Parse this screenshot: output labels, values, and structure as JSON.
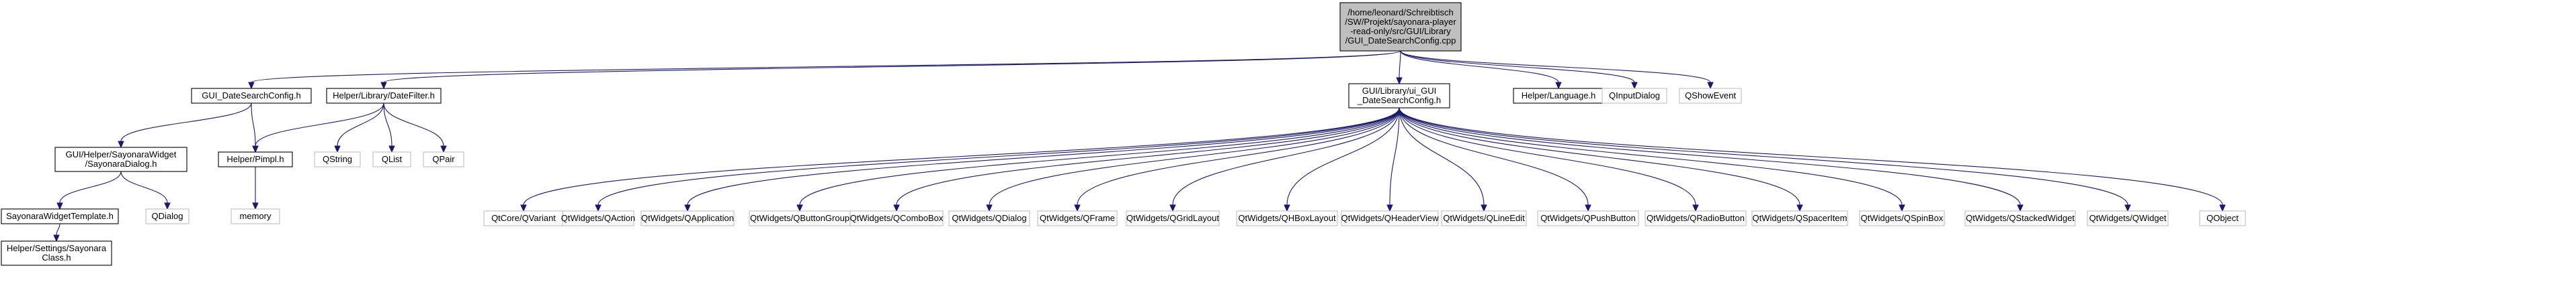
{
  "graph": {
    "nodes": [
      {
        "id": "root",
        "style": "root",
        "lines": [
          "/home/leonard/Schreibtisch",
          "/SW/Projekt/sayonara-player",
          "-read-only/src/GUI/Library",
          "/GUI_DateSearchConfig.cpp"
        ]
      },
      {
        "id": "gui_dsc_h",
        "style": "box",
        "lines": [
          "GUI_DateSearchConfig.h"
        ]
      },
      {
        "id": "datefilter",
        "style": "box",
        "lines": [
          "Helper/Library/DateFilter.h"
        ]
      },
      {
        "id": "ui_gui_dsc",
        "style": "box",
        "lines": [
          "GUI/Library/ui_GUI",
          "_DateSearchConfig.h"
        ]
      },
      {
        "id": "language",
        "style": "box",
        "lines": [
          "Helper/Language.h"
        ]
      },
      {
        "id": "qinputdialog",
        "style": "gray",
        "lines": [
          "QInputDialog"
        ]
      },
      {
        "id": "qshowevent",
        "style": "gray",
        "lines": [
          "QShowEvent"
        ]
      },
      {
        "id": "sayonaradialog",
        "style": "box",
        "lines": [
          "GUI/Helper/SayonaraWidget",
          "/SayonaraDialog.h"
        ]
      },
      {
        "id": "pimpl",
        "style": "box",
        "lines": [
          "Helper/Pimpl.h"
        ]
      },
      {
        "id": "qstring",
        "style": "gray",
        "lines": [
          "QString"
        ]
      },
      {
        "id": "qlist",
        "style": "gray",
        "lines": [
          "QList"
        ]
      },
      {
        "id": "qpair",
        "style": "gray",
        "lines": [
          "QPair"
        ]
      },
      {
        "id": "swtemplate",
        "style": "box",
        "lines": [
          "SayonaraWidgetTemplate.h"
        ]
      },
      {
        "id": "qdialog",
        "style": "gray",
        "lines": [
          "QDialog"
        ]
      },
      {
        "id": "memory",
        "style": "gray",
        "lines": [
          "memory"
        ]
      },
      {
        "id": "sayonaraclass",
        "style": "box",
        "lines": [
          "Helper/Settings/Sayonara",
          "Class.h"
        ]
      },
      {
        "id": "qvariant",
        "style": "gray",
        "lines": [
          "QtCore/QVariant"
        ]
      },
      {
        "id": "qaction",
        "style": "gray",
        "lines": [
          "QtWidgets/QAction"
        ]
      },
      {
        "id": "qapplication",
        "style": "gray",
        "lines": [
          "QtWidgets/QApplication"
        ]
      },
      {
        "id": "qbuttongroup",
        "style": "gray",
        "lines": [
          "QtWidgets/QButtonGroup"
        ]
      },
      {
        "id": "qcombobox",
        "style": "gray",
        "lines": [
          "QtWidgets/QComboBox"
        ]
      },
      {
        "id": "qtw_qdialog",
        "style": "gray",
        "lines": [
          "QtWidgets/QDialog"
        ]
      },
      {
        "id": "qframe",
        "style": "gray",
        "lines": [
          "QtWidgets/QFrame"
        ]
      },
      {
        "id": "qgridlayout",
        "style": "gray",
        "lines": [
          "QtWidgets/QGridLayout"
        ]
      },
      {
        "id": "qhboxlayout",
        "style": "gray",
        "lines": [
          "QtWidgets/QHBoxLayout"
        ]
      },
      {
        "id": "qheaderview",
        "style": "gray",
        "lines": [
          "QtWidgets/QHeaderView"
        ]
      },
      {
        "id": "qlineedit",
        "style": "gray",
        "lines": [
          "QtWidgets/QLineEdit"
        ]
      },
      {
        "id": "qpushbutton",
        "style": "gray",
        "lines": [
          "QtWidgets/QPushButton"
        ]
      },
      {
        "id": "qradiobutton",
        "style": "gray",
        "lines": [
          "QtWidgets/QRadioButton"
        ]
      },
      {
        "id": "qspaceritem",
        "style": "gray",
        "lines": [
          "QtWidgets/QSpacerItem"
        ]
      },
      {
        "id": "qspinbox",
        "style": "gray",
        "lines": [
          "QtWidgets/QSpinBox"
        ]
      },
      {
        "id": "qstackedwidget",
        "style": "gray",
        "lines": [
          "QtWidgets/QStackedWidget"
        ]
      },
      {
        "id": "qwidget",
        "style": "gray",
        "lines": [
          "QtWidgets/QWidget"
        ]
      },
      {
        "id": "qobject",
        "style": "gray",
        "lines": [
          "QObject"
        ]
      }
    ],
    "edges": [
      [
        "root",
        "gui_dsc_h"
      ],
      [
        "root",
        "datefilter"
      ],
      [
        "root",
        "ui_gui_dsc"
      ],
      [
        "root",
        "language"
      ],
      [
        "root",
        "qinputdialog"
      ],
      [
        "root",
        "qshowevent"
      ],
      [
        "gui_dsc_h",
        "sayonaradialog"
      ],
      [
        "gui_dsc_h",
        "pimpl"
      ],
      [
        "datefilter",
        "pimpl"
      ],
      [
        "datefilter",
        "qstring"
      ],
      [
        "datefilter",
        "qlist"
      ],
      [
        "datefilter",
        "qpair"
      ],
      [
        "sayonaradialog",
        "swtemplate"
      ],
      [
        "sayonaradialog",
        "qdialog"
      ],
      [
        "pimpl",
        "memory"
      ],
      [
        "swtemplate",
        "sayonaraclass"
      ],
      [
        "ui_gui_dsc",
        "qvariant"
      ],
      [
        "ui_gui_dsc",
        "qaction"
      ],
      [
        "ui_gui_dsc",
        "qapplication"
      ],
      [
        "ui_gui_dsc",
        "qbuttongroup"
      ],
      [
        "ui_gui_dsc",
        "qcombobox"
      ],
      [
        "ui_gui_dsc",
        "qtw_qdialog"
      ],
      [
        "ui_gui_dsc",
        "qframe"
      ],
      [
        "ui_gui_dsc",
        "qgridlayout"
      ],
      [
        "ui_gui_dsc",
        "qhboxlayout"
      ],
      [
        "ui_gui_dsc",
        "qheaderview"
      ],
      [
        "ui_gui_dsc",
        "qlineedit"
      ],
      [
        "ui_gui_dsc",
        "qpushbutton"
      ],
      [
        "ui_gui_dsc",
        "qradiobutton"
      ],
      [
        "ui_gui_dsc",
        "qspaceritem"
      ],
      [
        "ui_gui_dsc",
        "qspinbox"
      ],
      [
        "ui_gui_dsc",
        "qstackedwidget"
      ],
      [
        "ui_gui_dsc",
        "qwidget"
      ],
      [
        "ui_gui_dsc",
        "qobject"
      ]
    ]
  }
}
